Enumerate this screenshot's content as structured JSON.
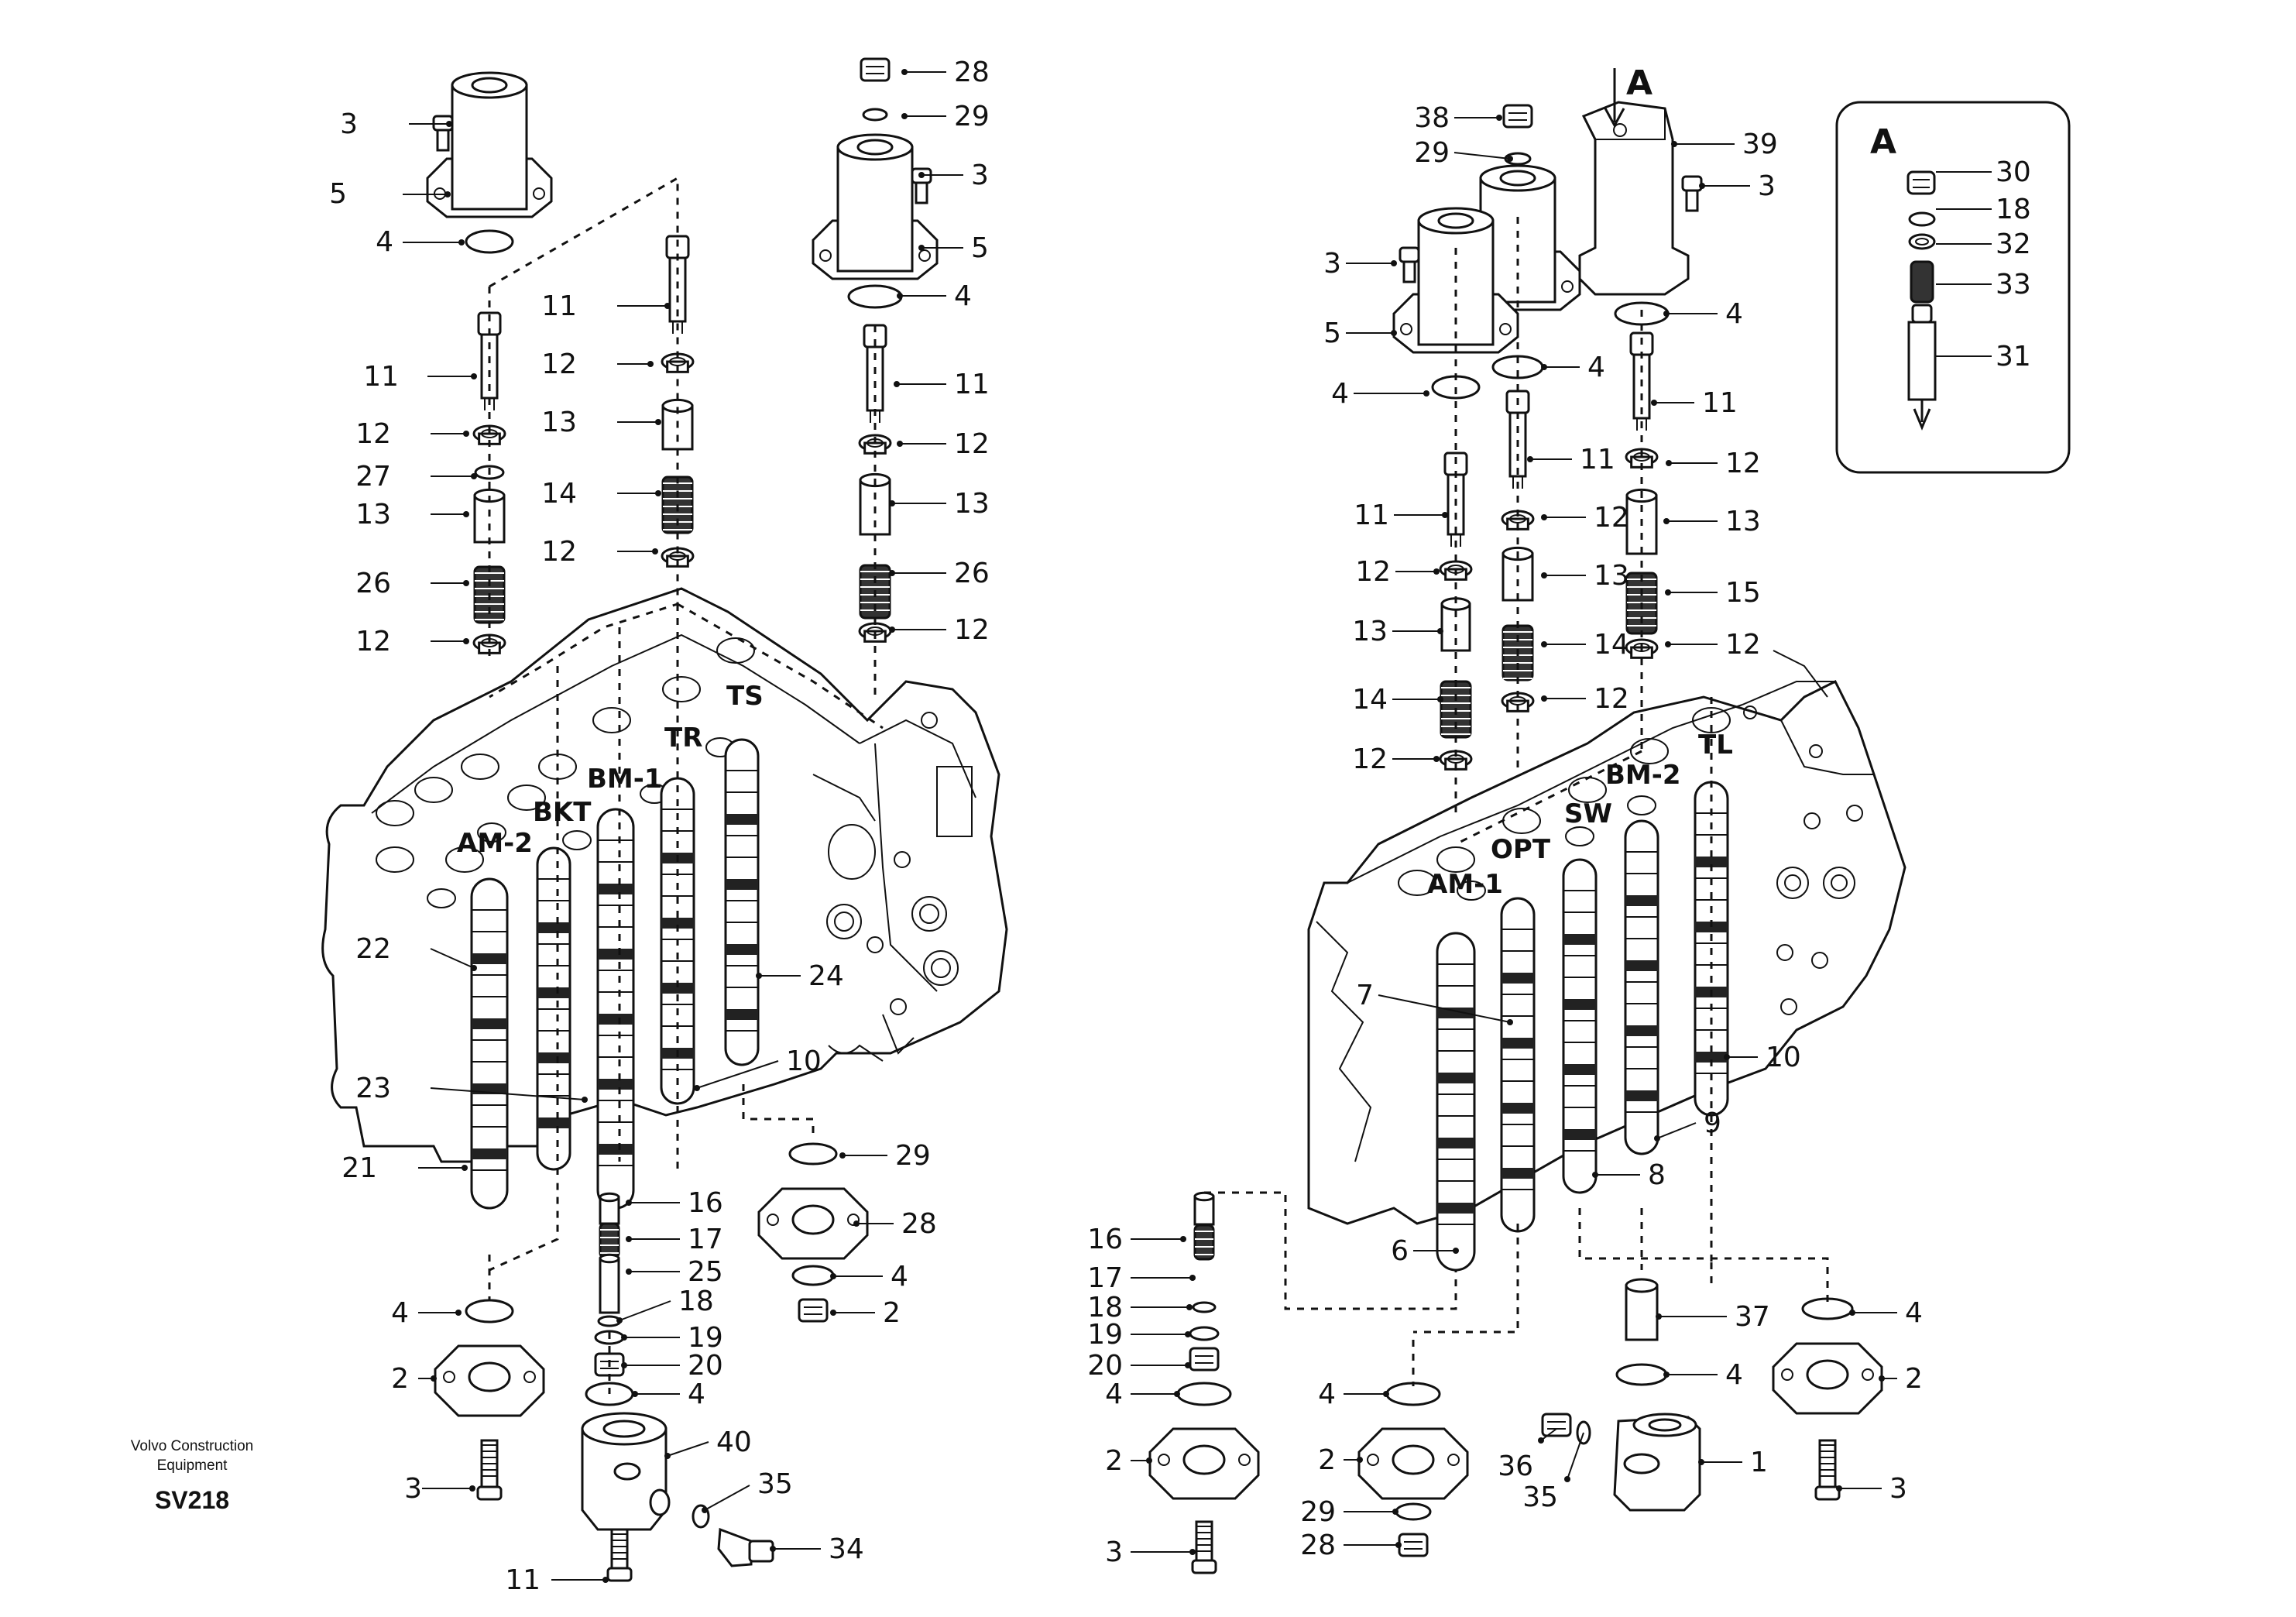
{
  "diagram": {
    "branding": {
      "line1": "Volvo Construction",
      "line2": "Equipment",
      "code": "SV218"
    },
    "view_marker": "A",
    "detail_box": {
      "title": "A",
      "callouts": [
        {
          "id": "d30",
          "text": "30"
        },
        {
          "id": "d18",
          "text": "18"
        },
        {
          "id": "d32",
          "text": "32"
        },
        {
          "id": "d33",
          "text": "33"
        },
        {
          "id": "d31",
          "text": "31"
        }
      ]
    },
    "port_labels": [
      {
        "id": "TS",
        "text": "TS"
      },
      {
        "id": "TR",
        "text": "TR"
      },
      {
        "id": "BM1",
        "text": "BM-1"
      },
      {
        "id": "BKT",
        "text": "BKT"
      },
      {
        "id": "AM2",
        "text": "AM-2"
      },
      {
        "id": "TL",
        "text": "TL"
      },
      {
        "id": "BM2",
        "text": "BM-2"
      },
      {
        "id": "SW",
        "text": "SW"
      },
      {
        "id": "OPT",
        "text": "OPT"
      },
      {
        "id": "AM1",
        "text": "AM-1"
      }
    ],
    "callouts_left": [
      {
        "text": "3"
      },
      {
        "text": "5"
      },
      {
        "text": "4"
      },
      {
        "text": "11"
      },
      {
        "text": "12"
      },
      {
        "text": "27"
      },
      {
        "text": "13"
      },
      {
        "text": "26"
      },
      {
        "text": "12"
      },
      {
        "text": "11"
      },
      {
        "text": "12"
      },
      {
        "text": "13"
      },
      {
        "text": "14"
      },
      {
        "text": "12"
      },
      {
        "text": "28"
      },
      {
        "text": "29"
      },
      {
        "text": "3"
      },
      {
        "text": "5"
      },
      {
        "text": "4"
      },
      {
        "text": "11"
      },
      {
        "text": "12"
      },
      {
        "text": "13"
      },
      {
        "text": "26"
      },
      {
        "text": "12"
      },
      {
        "text": "22"
      },
      {
        "text": "24"
      },
      {
        "text": "10"
      },
      {
        "text": "23"
      },
      {
        "text": "21"
      },
      {
        "text": "16"
      },
      {
        "text": "17"
      },
      {
        "text": "25"
      },
      {
        "text": "18"
      },
      {
        "text": "19"
      },
      {
        "text": "20"
      },
      {
        "text": "4"
      },
      {
        "text": "4"
      },
      {
        "text": "2"
      },
      {
        "text": "29"
      },
      {
        "text": "28"
      },
      {
        "text": "4"
      },
      {
        "text": "2"
      },
      {
        "text": "3"
      },
      {
        "text": "40"
      },
      {
        "text": "35"
      },
      {
        "text": "34"
      },
      {
        "text": "11"
      }
    ],
    "callouts_right": [
      {
        "text": "38"
      },
      {
        "text": "29"
      },
      {
        "text": "39"
      },
      {
        "text": "3"
      },
      {
        "text": "3"
      },
      {
        "text": "5"
      },
      {
        "text": "4"
      },
      {
        "text": "4"
      },
      {
        "text": "4"
      },
      {
        "text": "11"
      },
      {
        "text": "11"
      },
      {
        "text": "11"
      },
      {
        "text": "12"
      },
      {
        "text": "12"
      },
      {
        "text": "12"
      },
      {
        "text": "13"
      },
      {
        "text": "13"
      },
      {
        "text": "13"
      },
      {
        "text": "15"
      },
      {
        "text": "14"
      },
      {
        "text": "12"
      },
      {
        "text": "14"
      },
      {
        "text": "12"
      },
      {
        "text": "12"
      },
      {
        "text": "7"
      },
      {
        "text": "10"
      },
      {
        "text": "9"
      },
      {
        "text": "8"
      },
      {
        "text": "6"
      },
      {
        "text": "16"
      },
      {
        "text": "17"
      },
      {
        "text": "18"
      },
      {
        "text": "19"
      },
      {
        "text": "20"
      },
      {
        "text": "4"
      },
      {
        "text": "2"
      },
      {
        "text": "3"
      },
      {
        "text": "4"
      },
      {
        "text": "2"
      },
      {
        "text": "29"
      },
      {
        "text": "28"
      },
      {
        "text": "37"
      },
      {
        "text": "4"
      },
      {
        "text": "36"
      },
      {
        "text": "35"
      },
      {
        "text": "1"
      },
      {
        "text": "4"
      },
      {
        "text": "2"
      },
      {
        "text": "3"
      }
    ]
  }
}
